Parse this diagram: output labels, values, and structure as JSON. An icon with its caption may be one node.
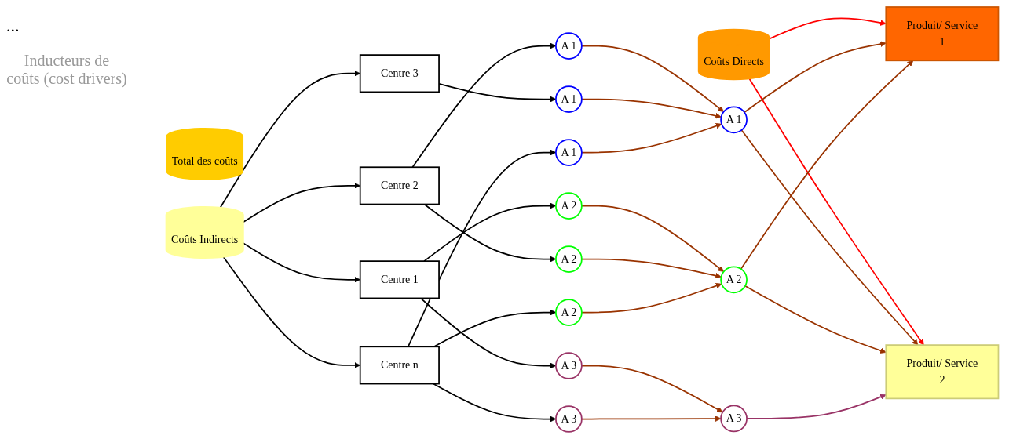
{
  "diagram": {
    "nodes": [
      {
        "text": [
          "Total des coûts"
        ]
      },
      {
        "text": [
          "Coûts Directs"
        ]
      },
      {
        "text": [
          "Coûts Indirects"
        ]
      },
      {
        "text": [
          "Centre 1"
        ]
      },
      {
        "text": [
          "Centre 2"
        ]
      },
      {
        "text": [
          "Centre 3"
        ]
      },
      {
        "text": [
          "Centre n"
        ]
      },
      {
        "text": [
          "A 2"
        ]
      },
      {
        "text": [
          "A 3"
        ]
      },
      {
        "text": [
          "A 1"
        ]
      },
      {
        "text": [
          "A 2"
        ]
      },
      {
        "text": [
          "A 1"
        ]
      },
      {
        "text": [
          "A 1"
        ]
      },
      {
        "text": [
          "A 2"
        ]
      },
      {
        "text": [
          "A 3"
        ]
      },
      {
        "text": [
          "A 1"
        ]
      },
      {
        "text": [
          "A 2"
        ]
      },
      {
        "text": [
          "A 3"
        ]
      },
      {
        "text": [
          "Produit/ Service",
          "1"
        ]
      },
      {
        "text": [
          "Produit/ Service",
          "2"
        ]
      }
    ],
    "edges": [
      {
        "from": 1,
        "to": 18,
        "arrow": "to",
        "color": "#ff0000"
      },
      {
        "from": 1,
        "to": 19,
        "arrow": "to",
        "color": "#ff0000"
      },
      {
        "from": 2,
        "to": 3,
        "arrow": "to"
      },
      {
        "from": 2,
        "to": 4,
        "arrow": "to"
      },
      {
        "from": 2,
        "to": 5,
        "arrow": "to"
      },
      {
        "from": 2,
        "to": 6,
        "arrow": "to"
      },
      {
        "from": 3,
        "to": 7,
        "arrow": "to"
      },
      {
        "from": 3,
        "to": 8,
        "arrow": "to"
      },
      {
        "from": 4,
        "to": 9,
        "arrow": "to"
      },
      {
        "from": 4,
        "to": 10,
        "arrow": "to"
      },
      {
        "from": 5,
        "to": 11,
        "arrow": "to"
      },
      {
        "from": 6,
        "to": 12,
        "arrow": "to"
      },
      {
        "from": 6,
        "to": 13,
        "arrow": "to"
      },
      {
        "from": 6,
        "to": 14,
        "arrow": "to"
      },
      {
        "from": 7,
        "to": 16,
        "arrow": "to",
        "color": "#993300"
      },
      {
        "from": 8,
        "to": 17,
        "arrow": "to",
        "color": "#993300"
      },
      {
        "from": 9,
        "to": 15,
        "arrow": "to",
        "color": "#993300"
      },
      {
        "from": 10,
        "to": 16,
        "arrow": "to",
        "color": "#993300"
      },
      {
        "from": 11,
        "to": 15,
        "arrow": "to",
        "color": "#993300"
      },
      {
        "from": 12,
        "to": 15,
        "arrow": "to",
        "color": "#993300"
      },
      {
        "from": 13,
        "to": 16,
        "arrow": "to",
        "color": "#993300"
      },
      {
        "from": 14,
        "to": 17,
        "arrow": "to",
        "color": "#993300"
      },
      {
        "from": 15,
        "to": 18,
        "arrow": "to",
        "color": "#993300"
      },
      {
        "from": 15,
        "to": 19,
        "arrow": "to",
        "color": "#993300"
      },
      {
        "from": 16,
        "to": 18,
        "arrow": "to",
        "color": "#993300"
      },
      {
        "from": 16,
        "to": 19,
        "arrow": "to",
        "color": "#993300"
      },
      {
        "from": 17,
        "to": 19,
        "arrow": "to",
        "color": "#993366"
      }
    ],
    "labels": [
      "...",
      "Inducteurs de coûts (cost drivers)"
    ]
  }
}
